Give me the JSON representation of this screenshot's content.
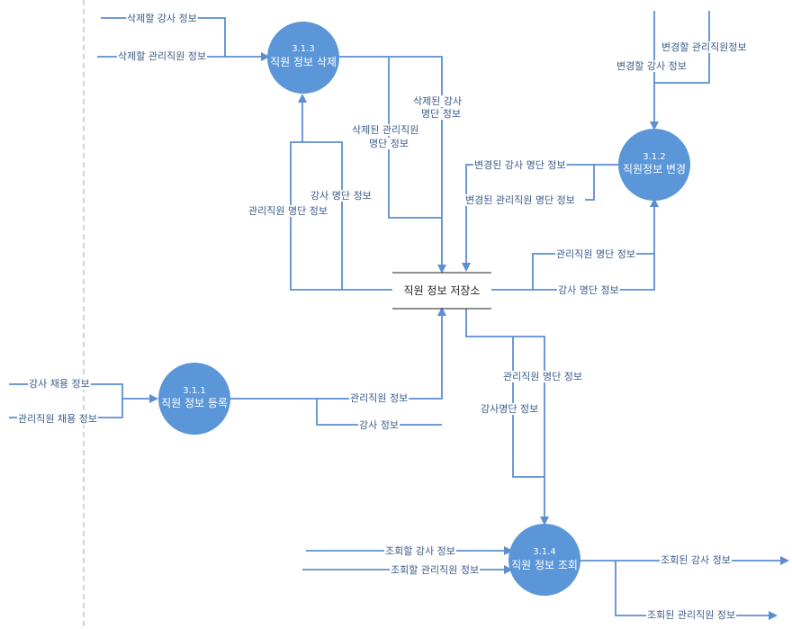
{
  "processes": {
    "register": {
      "number": "3.1.1",
      "name": "직원 정보 등록"
    },
    "change": {
      "number": "3.1.2",
      "name": "직원정보 변경"
    },
    "delete": {
      "number": "3.1.3",
      "name": "직원 정보 삭제"
    },
    "query": {
      "number": "3.1.4",
      "name": "직원 정보 조회"
    }
  },
  "store": {
    "name": "직원 정보 저장소"
  },
  "flows": {
    "delete_instructor_info": "삭제할 강사 정보",
    "delete_manager_info": "삭제할 관리직원 정보",
    "deleted_instructor_list_1": "삭제된 강사",
    "deleted_instructor_list_2": "명단 정보",
    "deleted_manager_list_1": "삭제된 관리직원",
    "deleted_manager_list_2": "명단 정보",
    "to_delete_instructor_list": "강사 명단 정보",
    "to_delete_manager_list": "관리직원 명단 정보",
    "change_manager_info": "변경할 관리직원정보",
    "change_instructor_info": "변경할 강사 정보",
    "changed_instructor_list": "변경된 강사 명단 정보",
    "changed_manager_list": "변경된 관리직원 명단 정보",
    "to_change_manager_list": "관리직원 명단 정보",
    "to_change_instructor_list": "강사 명단 정보",
    "instructor_hire_info": "강사 채용 정보",
    "manager_hire_info": "관리직원 채용 정보",
    "register_manager_info": "관리직원 정보",
    "register_instructor_info": "강사 정보",
    "query_manager_list": "관리직원 명단 정보",
    "query_instructor_list": "강사명단 정보",
    "query_instructor_info": "조회할 강사 정보",
    "query_manager_info": "조회할 관리직원 정보",
    "queried_instructor_info": "조회된 강사 정보",
    "queried_manager_info": "조회된 관리직원 정보"
  },
  "colors": {
    "process_fill": "#5b96d8",
    "flow_line": "#5b8fd0",
    "label_text": "#3a5c8a"
  }
}
